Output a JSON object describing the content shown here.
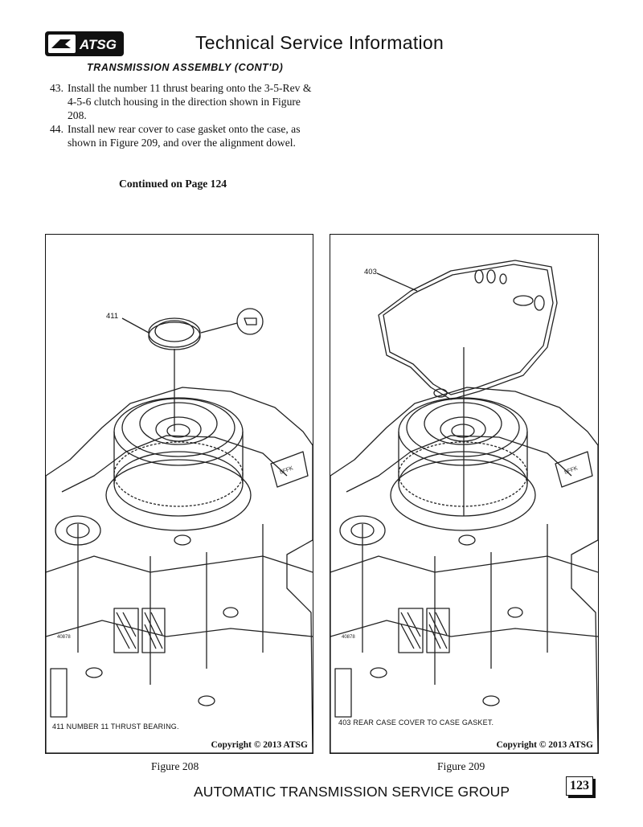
{
  "header": {
    "logo_text": "ATSG",
    "title": "Technical Service Information"
  },
  "section_title": "TRANSMISSION ASSEMBLY (CONT'D)",
  "steps": [
    {
      "number": "43.",
      "text": "Install the number 11 thrust bearing onto the 3-5-Rev & 4-5-6 clutch housing in the direction shown in Figure 208."
    },
    {
      "number": "44.",
      "text": "Install new rear cover to case gasket onto the case, as shown in Figure 209, and over the alignment dowel."
    }
  ],
  "continued": "Continued on Page 124",
  "figures": [
    {
      "label": "Figure 208",
      "callout": "411",
      "caption": "411  NUMBER 11 THRUST BEARING.",
      "copyright": "Copyright © 2013 ATSG",
      "case_stamp": "40878",
      "plate_text": "8FFK"
    },
    {
      "label": "Figure 209",
      "callout": "403",
      "caption": "403  REAR CASE COVER TO CASE GASKET.",
      "copyright": "Copyright © 2013 ATSG",
      "case_stamp": "40878",
      "plate_text": "8FFK"
    }
  ],
  "footer": {
    "text": "AUTOMATIC TRANSMISSION SERVICE GROUP",
    "page_number": "123"
  }
}
